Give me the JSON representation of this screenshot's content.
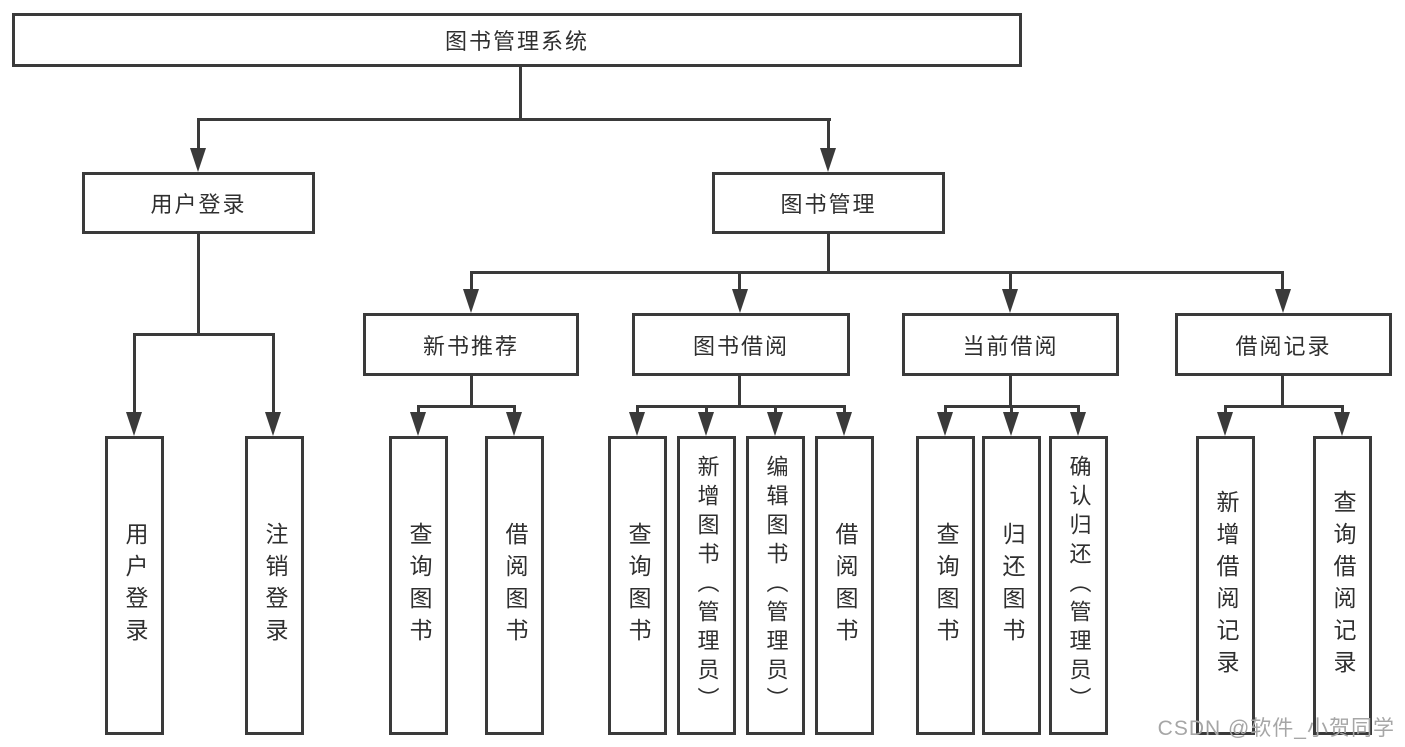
{
  "colors": {
    "line": "#3a3a3a",
    "text": "#2f2f2f",
    "watermark": "#a6a6a6",
    "background": "#ffffff"
  },
  "nodes": {
    "root": {
      "label": "图书管理系统"
    },
    "level2": [
      {
        "label": "用户登录"
      },
      {
        "label": "图书管理"
      }
    ],
    "level3": [
      {
        "label": "新书推荐",
        "parent": "图书管理"
      },
      {
        "label": "图书借阅",
        "parent": "图书管理"
      },
      {
        "label": "当前借阅",
        "parent": "图书管理"
      },
      {
        "label": "借阅记录",
        "parent": "图书管理"
      }
    ],
    "leaves": [
      {
        "label": "用户登录",
        "parent": "用户登录"
      },
      {
        "label": "注销登录",
        "parent": "用户登录"
      },
      {
        "label": "查询图书",
        "parent": "新书推荐"
      },
      {
        "label": "借阅图书",
        "parent": "新书推荐"
      },
      {
        "label": "查询图书",
        "parent": "图书借阅"
      },
      {
        "label": "新增图书（管理员）",
        "parent": "图书借阅"
      },
      {
        "label": "编辑图书（管理员）",
        "parent": "图书借阅"
      },
      {
        "label": "借阅图书",
        "parent": "图书借阅"
      },
      {
        "label": "查询图书",
        "parent": "当前借阅"
      },
      {
        "label": "归还图书",
        "parent": "当前借阅"
      },
      {
        "label": "确认归还（管理员）",
        "parent": "当前借阅"
      },
      {
        "label": "新增借阅记录",
        "parent": "借阅记录"
      },
      {
        "label": "查询借阅记录",
        "parent": "借阅记录"
      }
    ]
  },
  "watermark": {
    "text": "CSDN @软件_小贺同学"
  }
}
